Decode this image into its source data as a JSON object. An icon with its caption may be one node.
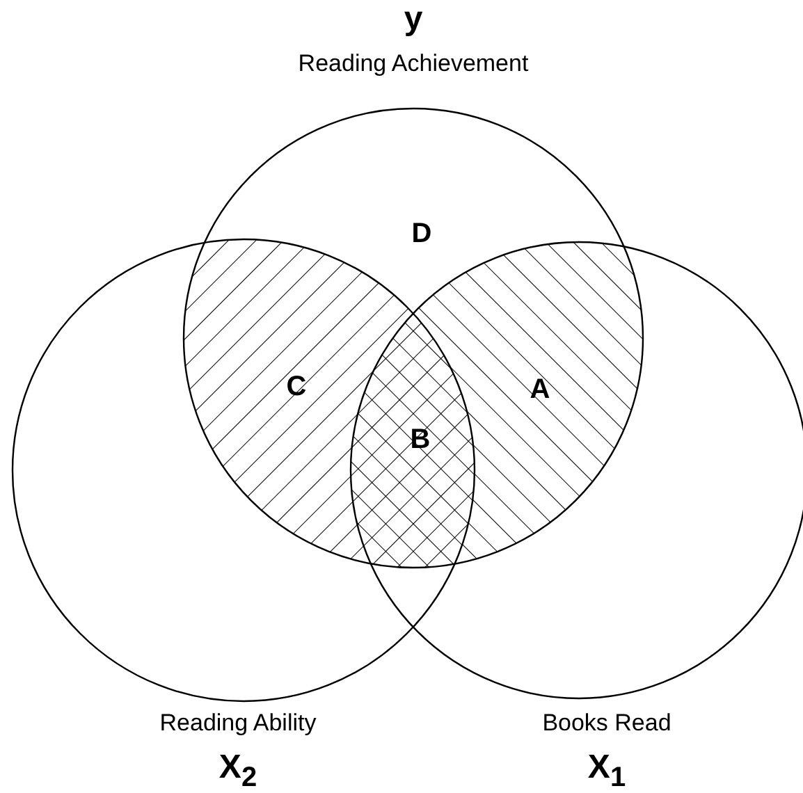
{
  "diagram": {
    "nodes": [
      {
        "text": [
          "y",
          "Reading Achievement"
        ]
      },
      {
        "text": [
          "Reading Ability",
          "X$_{2}$"
        ]
      },
      {
        "text": [
          "Books Read",
          "X$_{1}$"
        ]
      }
    ],
    "labels": [
      "D",
      "C",
      "A",
      "B"
    ]
  }
}
